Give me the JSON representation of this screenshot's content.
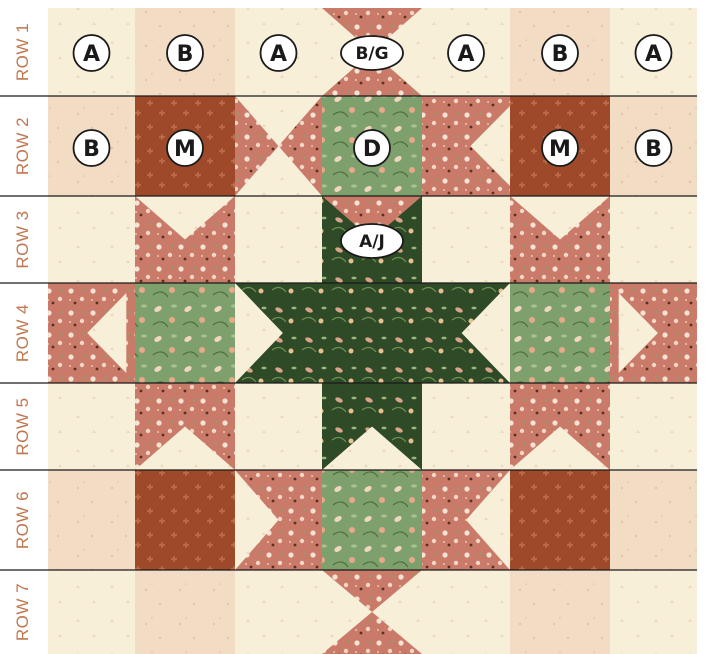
{
  "rows": [
    {
      "label": "ROW 1",
      "badges": [
        "A",
        "B",
        "A",
        "B/G",
        "A",
        "B",
        "A"
      ]
    },
    {
      "label": "ROW 2",
      "badges": [
        "B",
        "M",
        "",
        "D",
        "",
        "M",
        "B"
      ]
    },
    {
      "label": "ROW 3",
      "badges": [
        "",
        "",
        "",
        "A/J",
        "",
        "",
        ""
      ]
    },
    {
      "label": "ROW 4",
      "badges": [
        "",
        "",
        "",
        "",
        "",
        "",
        ""
      ]
    },
    {
      "label": "ROW 5",
      "badges": [
        "",
        "",
        "",
        "",
        "",
        "",
        ""
      ]
    },
    {
      "label": "ROW 6",
      "badges": [
        "",
        "",
        "",
        "",
        "",
        "",
        ""
      ]
    },
    {
      "label": "ROW 7",
      "badges": [
        "",
        "",
        "",
        "",
        "",
        "",
        ""
      ]
    }
  ],
  "colors": {
    "cream": "#f8efd9",
    "peach": "#f3dcc4",
    "rust": "#9e4a2a",
    "floral_pink": "#c97a68",
    "sage_green": "#7ea06c",
    "dark_green": "#2e4a26",
    "label": "#c0764e"
  }
}
